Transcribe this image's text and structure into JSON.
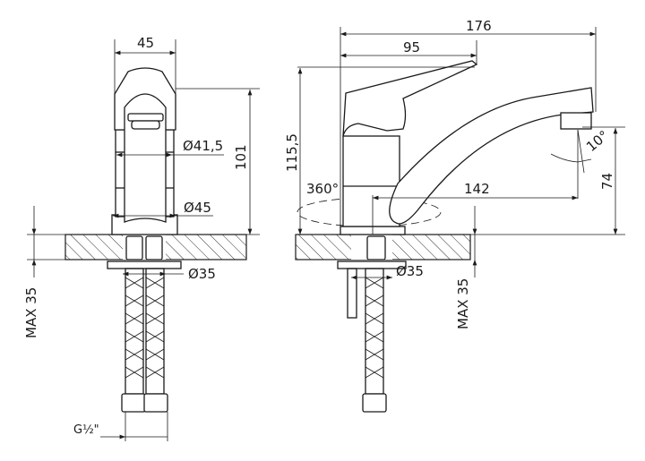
{
  "front_view": {
    "width_top": "45",
    "body_diameter": "Ø41,5",
    "height": "101",
    "base_diameter": "Ø45",
    "hole_diameter": "Ø35",
    "max_thickness": "MAX 35",
    "thread": "G½\""
  },
  "side_view": {
    "total_length": "176",
    "handle_length": "95",
    "total_height": "115,5",
    "rotation": "360°",
    "spout_reach": "142",
    "aerator_angle": "10°",
    "spout_height": "74",
    "hole_diameter": "Ø35",
    "max_thickness": "MAX 35"
  }
}
